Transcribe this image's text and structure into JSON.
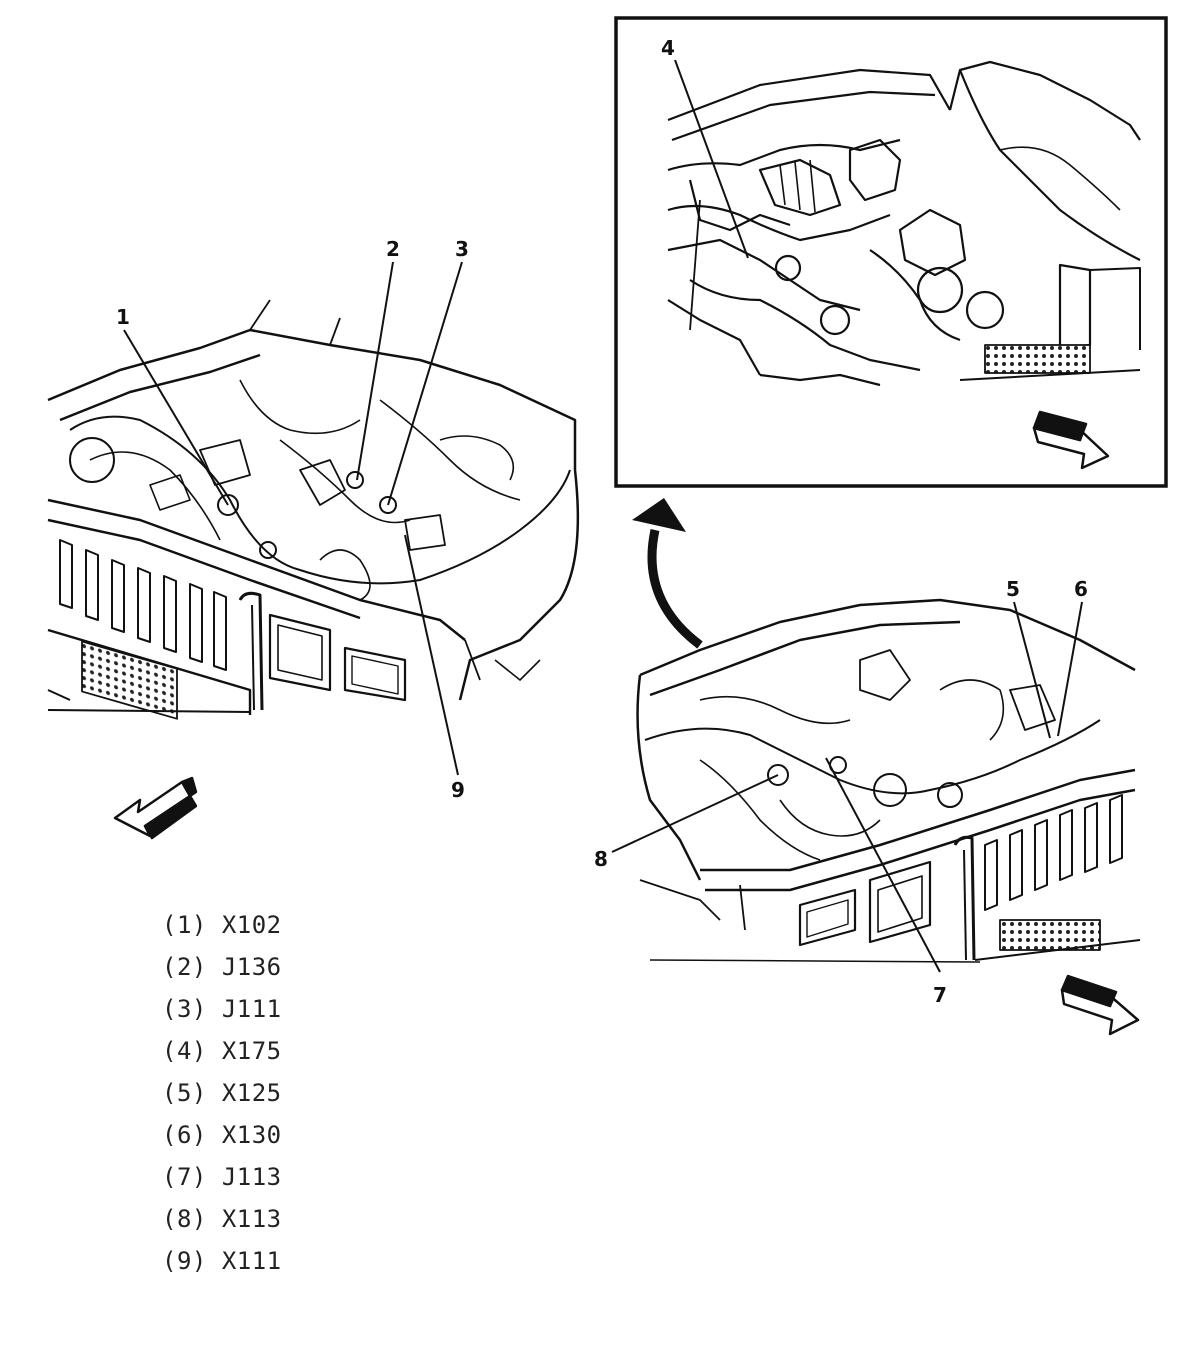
{
  "callouts": {
    "c1": "1",
    "c2": "2",
    "c3": "3",
    "c4": "4",
    "c5": "5",
    "c6": "6",
    "c7": "7",
    "c8": "8",
    "c9": "9"
  },
  "legend": [
    {
      "num": "(1)",
      "code": "X102"
    },
    {
      "num": "(2)",
      "code": "J136"
    },
    {
      "num": "(3)",
      "code": "J111"
    },
    {
      "num": "(4)",
      "code": "X175"
    },
    {
      "num": "(5)",
      "code": "X125"
    },
    {
      "num": "(6)",
      "code": "X130"
    },
    {
      "num": "(7)",
      "code": "J113"
    },
    {
      "num": "(8)",
      "code": "X113"
    },
    {
      "num": "(9)",
      "code": "X111"
    }
  ],
  "icons": [
    "front-arrow-icon",
    "rear-arrow-icon",
    "curved-arrow-icon"
  ]
}
